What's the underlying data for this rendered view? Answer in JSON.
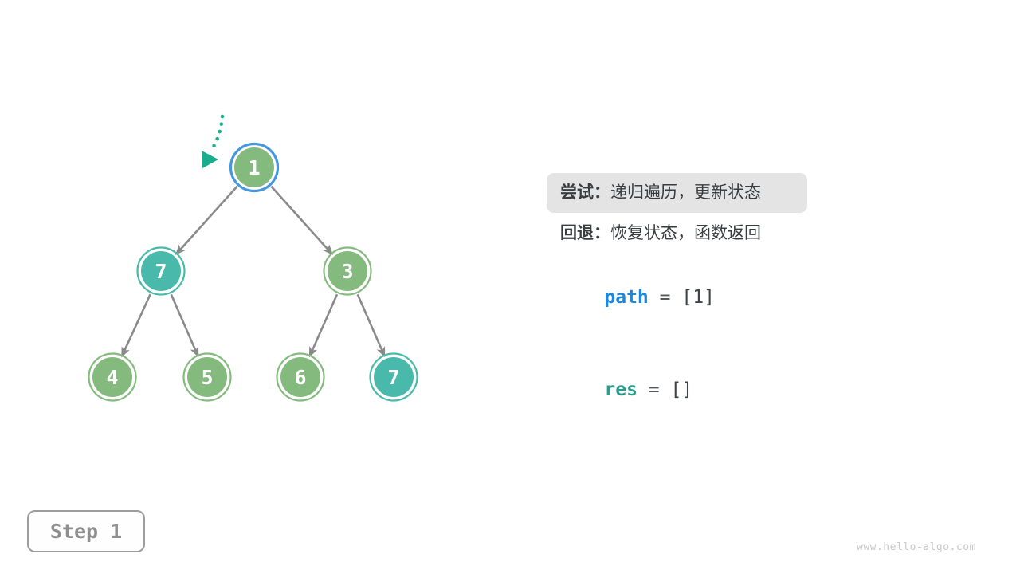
{
  "colors": {
    "background": "#ffffff",
    "node_green": "#84ba7d",
    "node_teal": "#49b9ab",
    "highlight_ring_blue": "#4697e2",
    "edge_gray": "#8a8a8a",
    "pointer_teal": "#19ac8d",
    "text_dark": "#3a3d40",
    "path_blue": "#1d87d8",
    "res_teal": "#2f9a8c",
    "code_dark": "#3e4347",
    "equals_gray": "#55595c",
    "highlight_bg": "#e4e4e4",
    "step_text_gray": "#8f8f8f",
    "step_border_gray": "#9d9d9d",
    "watermark_gray": "#c9c9c9"
  },
  "tree": {
    "nodes": [
      {
        "value": "1",
        "fill": "#84ba7d",
        "ring": "#4697e2",
        "highlighted": true
      },
      {
        "value": "7",
        "fill": "#49b9ab",
        "ring": "#49b9ab",
        "highlighted": false
      },
      {
        "value": "3",
        "fill": "#84ba7d",
        "ring": "#84ba7d",
        "highlighted": false
      },
      {
        "value": "4",
        "fill": "#84ba7d",
        "ring": "#84ba7d",
        "highlighted": false
      },
      {
        "value": "5",
        "fill": "#84ba7d",
        "ring": "#84ba7d",
        "highlighted": false
      },
      {
        "value": "6",
        "fill": "#84ba7d",
        "ring": "#84ba7d",
        "highlighted": false
      },
      {
        "value": "7",
        "fill": "#49b9ab",
        "ring": "#49b9ab",
        "highlighted": false
      }
    ],
    "edges": [
      {
        "from": "1",
        "to": "7"
      },
      {
        "from": "1",
        "to": "3"
      },
      {
        "from": "7",
        "to": "4"
      },
      {
        "from": "7",
        "to": "5"
      },
      {
        "from": "3",
        "to": "6"
      },
      {
        "from": "3",
        "to": "7"
      }
    ]
  },
  "panel": {
    "try_label": "尝试：",
    "try_text": "递归遍历，更新状态",
    "backtrack_label": "回退：",
    "backtrack_text": "恢复状态，函数返回",
    "path_var": "path",
    "path_equals": "=",
    "path_value": "[1]",
    "res_var": "res",
    "res_equals": "=",
    "res_value": "[]"
  },
  "step_badge": {
    "label": "Step 1"
  },
  "watermark": "www.hello-algo.com"
}
